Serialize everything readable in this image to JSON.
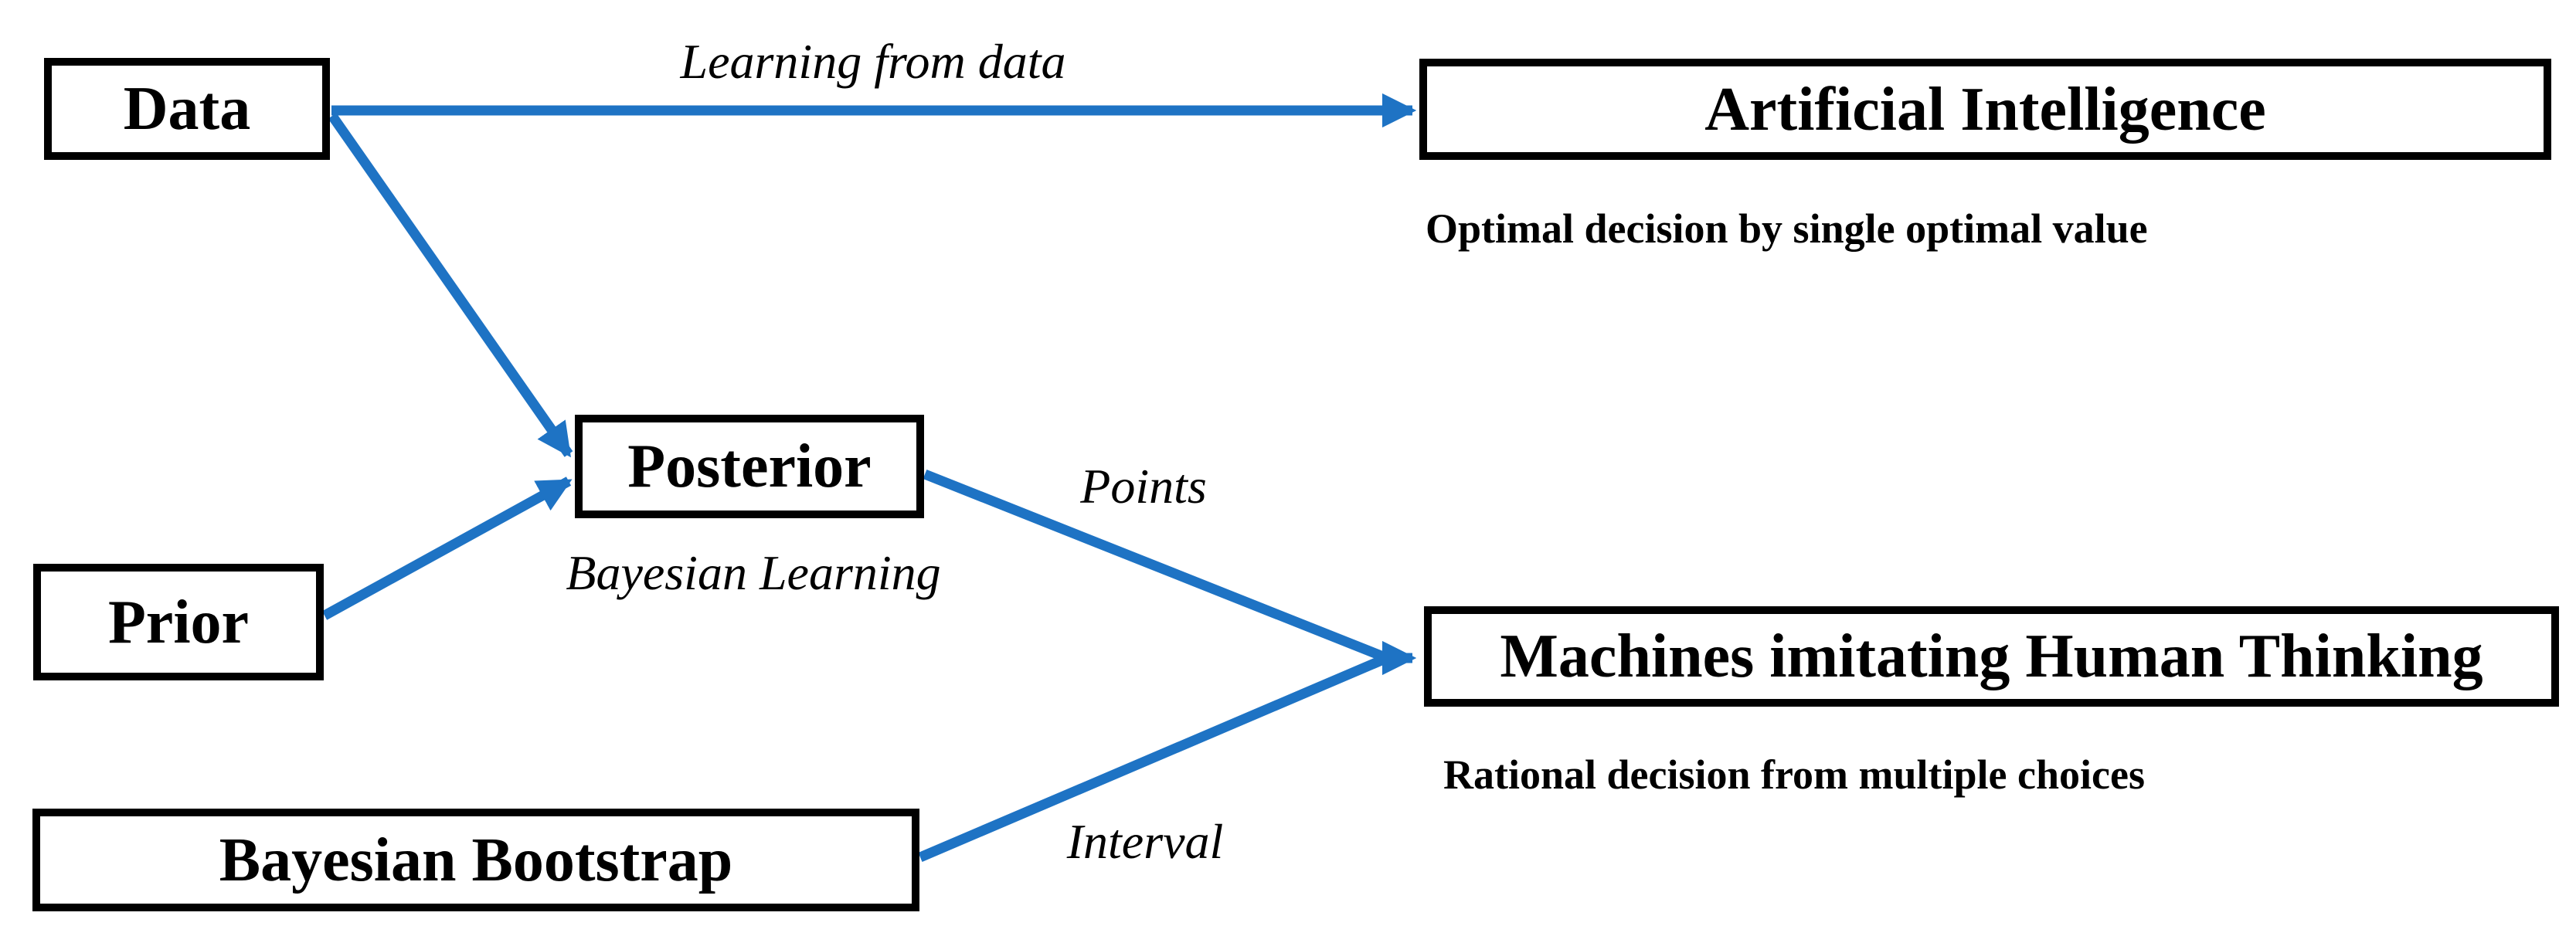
{
  "colors": {
    "arrow": "#1E73C4",
    "border": "#000000",
    "background": "#FFFFFF",
    "text": "#000000"
  },
  "nodes": {
    "data": {
      "label": "Data"
    },
    "prior": {
      "label": "Prior"
    },
    "bayesian_bootstrap": {
      "label": "Bayesian Bootstrap"
    },
    "posterior": {
      "label": "Posterior"
    },
    "artificial_intelligence": {
      "label": "Artificial Intelligence",
      "caption": "Optimal decision by single optimal value"
    },
    "machines_imitating_human_thinking": {
      "label": "Machines imitating Human Thinking",
      "caption": "Rational decision from multiple choices"
    }
  },
  "edge_labels": {
    "learning_from_data": "Learning from data",
    "bayesian_learning": "Bayesian Learning",
    "points": "Points",
    "interval": "Interval"
  }
}
